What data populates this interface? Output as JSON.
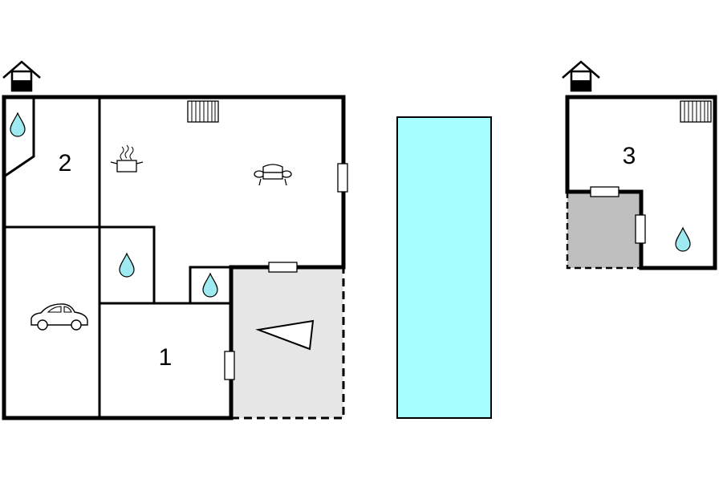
{
  "floor_plan": {
    "buildings": [
      {
        "id": "main-house",
        "rooms": [
          {
            "label": "2"
          },
          {
            "label": "1"
          }
        ],
        "symbols": [
          "house-icon",
          "water-drop-icon",
          "radiator-icon",
          "cooking-pot-icon",
          "sofa-icon",
          "car-icon",
          "window",
          "terrace-shape"
        ]
      },
      {
        "id": "annex",
        "rooms": [
          {
            "label": "3"
          }
        ],
        "symbols": [
          "house-icon",
          "radiator-icon",
          "water-drop-icon",
          "window"
        ]
      }
    ],
    "pool": {
      "name": "pool"
    },
    "colors": {
      "wall": "#000000",
      "water_drop": "#9eeaf0",
      "pool": "#a6fffe",
      "terrace_main": "#e6e6e6",
      "terrace_annex": "#bfbfbf"
    }
  }
}
